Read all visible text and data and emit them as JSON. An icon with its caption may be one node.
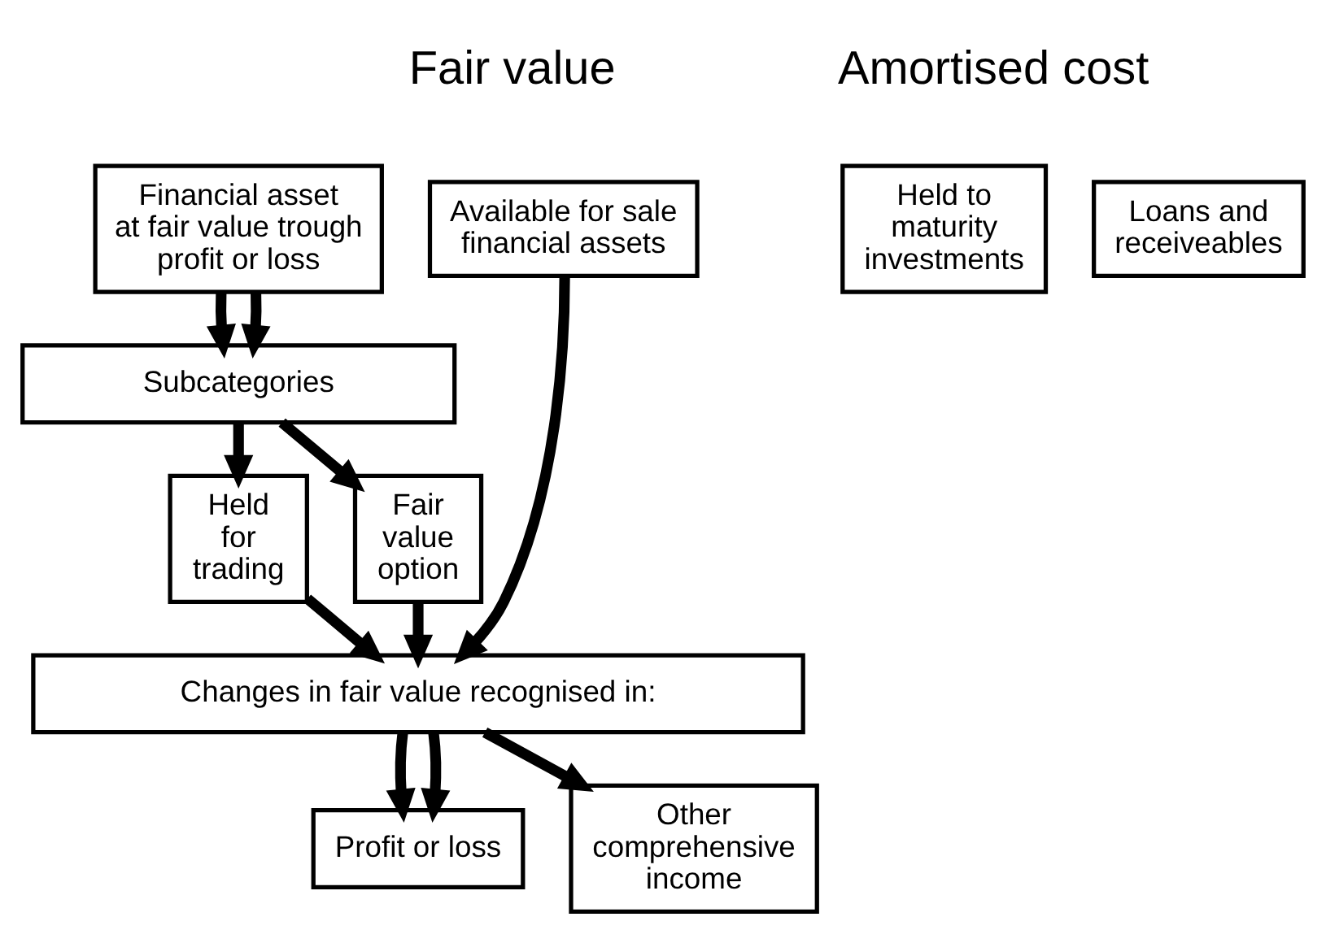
{
  "diagram": {
    "nodes": [
      {
        "text": [
          "Financial asset at fair value trough profit or loss"
        ]
      },
      {
        "text": [
          "Available for sale financial assets"
        ]
      },
      {
        "text": [
          "Held to maturity investments"
        ]
      },
      {
        "text": [
          "Loans and receiveables"
        ]
      },
      {
        "text": [
          "Subcategories"
        ]
      },
      {
        "text": [
          "Held for trading"
        ]
      },
      {
        "text": [
          "Fair value option"
        ]
      },
      {
        "text": [
          "Changes in fair value recognised in:"
        ]
      },
      {
        "text": [
          "Profit or loss"
        ]
      },
      {
        "text": [
          "Other comprehensive income"
        ]
      }
    ],
    "edges": [
      {
        "from": 0,
        "to": 4,
        "arrow": "to"
      },
      {
        "from": 0,
        "to": 4,
        "arrow": "to"
      },
      {
        "from": 4,
        "to": 5,
        "arrow": "to"
      },
      {
        "from": 4,
        "to": 6,
        "arrow": "to"
      },
      {
        "from": 5,
        "to": 7,
        "arrow": "to"
      },
      {
        "from": 6,
        "to": 7,
        "arrow": "to"
      },
      {
        "from": 1,
        "to": 7,
        "arrow": "to"
      },
      {
        "from": 7,
        "to": 8,
        "arrow": "to"
      },
      {
        "from": 7,
        "to": 8,
        "arrow": "to"
      },
      {
        "from": 7,
        "to": 9,
        "arrow": "to"
      }
    ],
    "labels": [
      "Fair value",
      "Amortised cost"
    ]
  }
}
